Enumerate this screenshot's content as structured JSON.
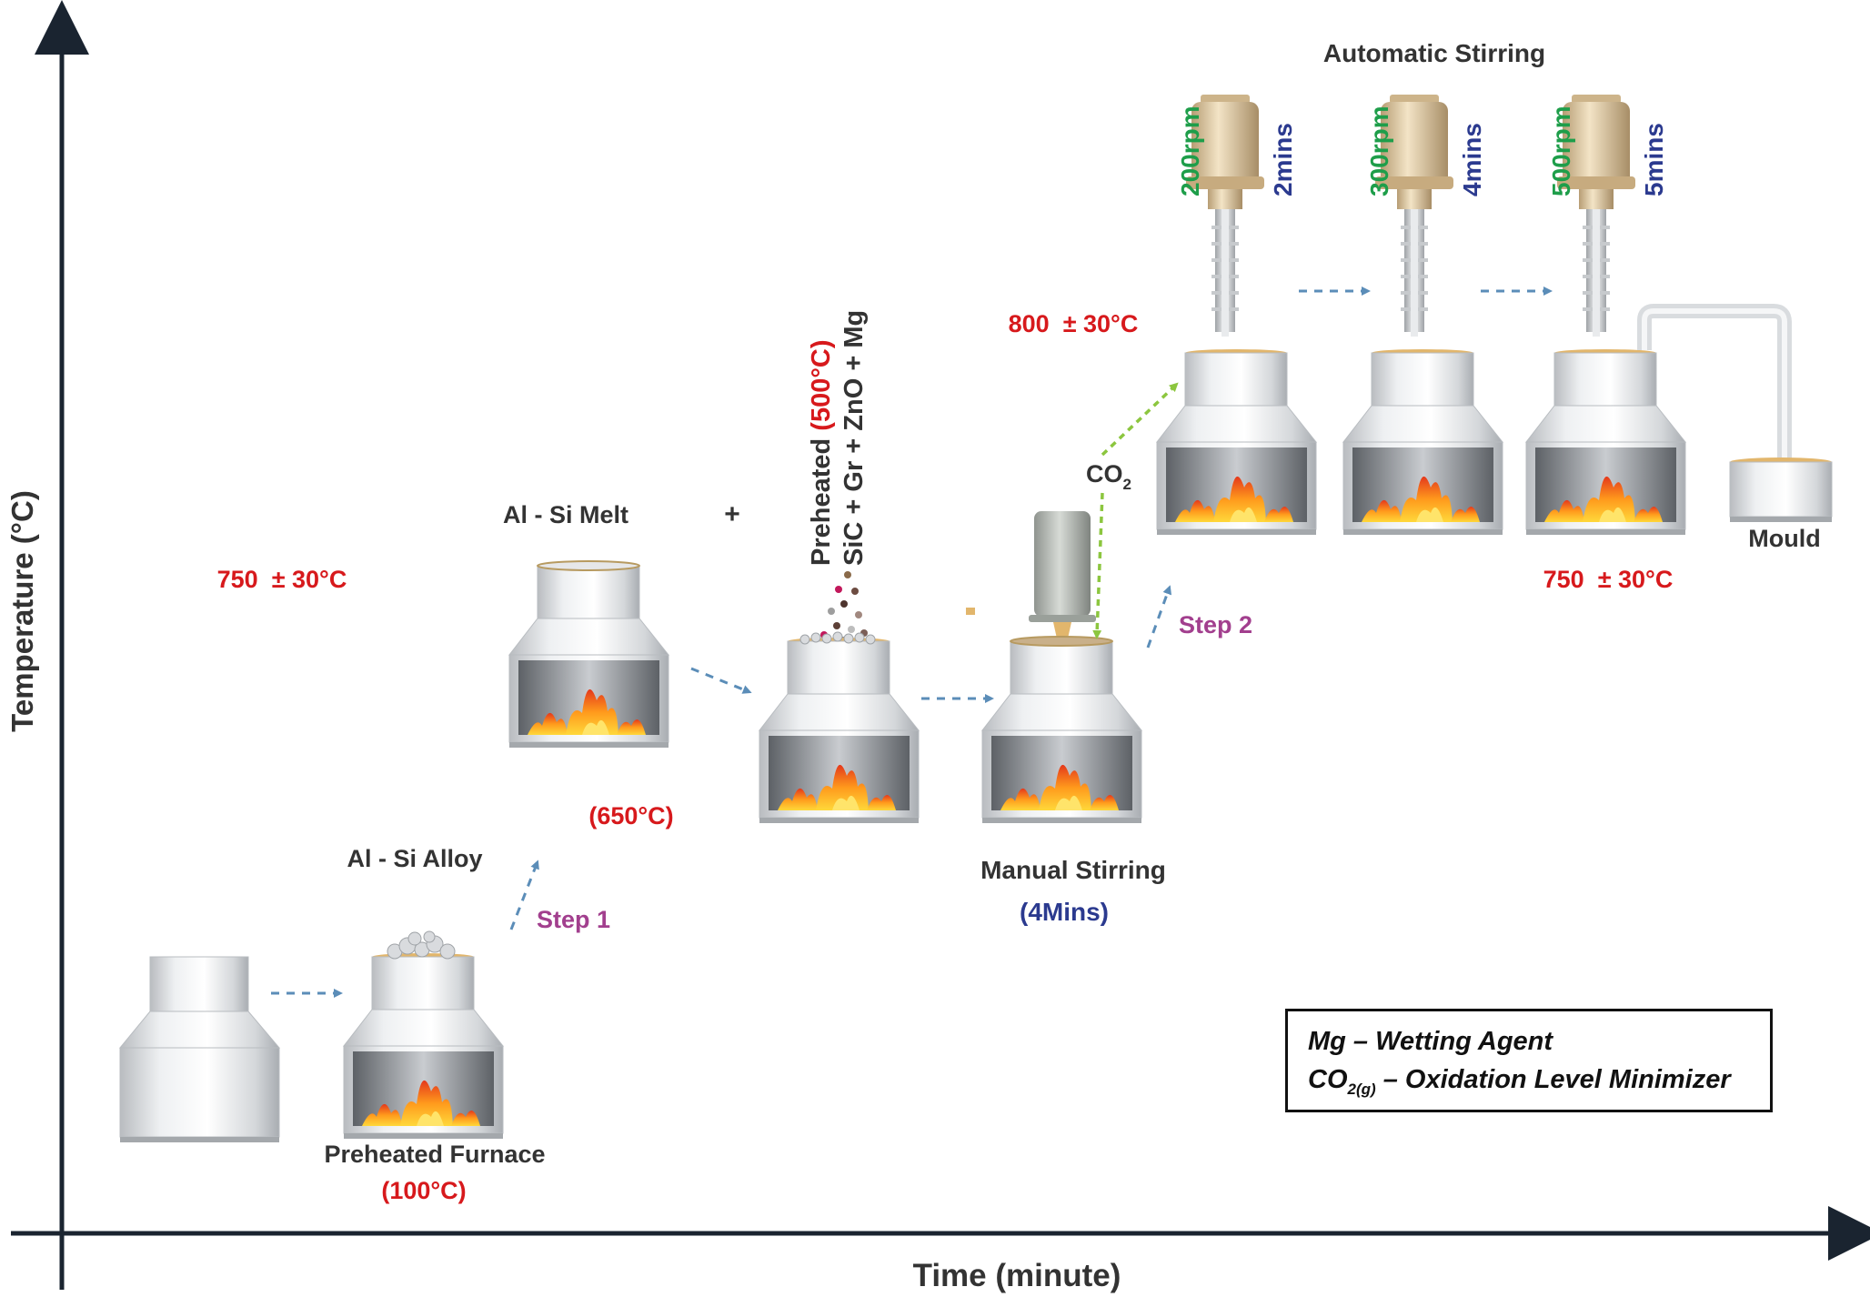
{
  "axes": {
    "y_label": "Temperature (°C)",
    "x_label": "Time (minute)"
  },
  "stages": {
    "preheated_furnace": "Preheated Furnace",
    "preheated_furnace_temp": "(100°C)",
    "al_si_alloy": "Al - Si Alloy",
    "step1": "Step 1",
    "melt_temp": "(650°C)",
    "al_si_melt": "Al - Si Melt",
    "plus": "+",
    "left_temp": "750  ± 30°C",
    "reinforcement_preheated": "Preheated",
    "reinforcement_temp": "(500°C)",
    "reinforcement_mix": "SiC + Gr + ZnO + Mg",
    "manual_stirring": "Manual Stirring",
    "manual_time": "(4Mins)",
    "co2": "CO",
    "co2_sub": "2",
    "step2": "Step 2",
    "stir_temp": "800  ± 30°C",
    "automatic_stirring": "Automatic Stirring",
    "final_temp": "750  ± 30°C",
    "mould": "Mould"
  },
  "stirrers": [
    {
      "rpm": "200rpm",
      "time": "2mins"
    },
    {
      "rpm": "300rpm",
      "time": "4mins"
    },
    {
      "rpm": "500rpm",
      "time": "5mins"
    }
  ],
  "legend": {
    "line1": "Mg – Wetting Agent",
    "line2_prefix": "CO",
    "line2_sub": "2(g)",
    "line2_suffix": " – Oxidation Level Minimizer"
  },
  "colors": {
    "red_text": "#d7191c",
    "step_text": "#a23f8e",
    "rpm_text": "#1e9e4a",
    "time_text": "#2b3a8f",
    "flow_arrow": "#5b8db8",
    "co2_arrow": "#8cc63f",
    "motor": "#e0caa6"
  }
}
